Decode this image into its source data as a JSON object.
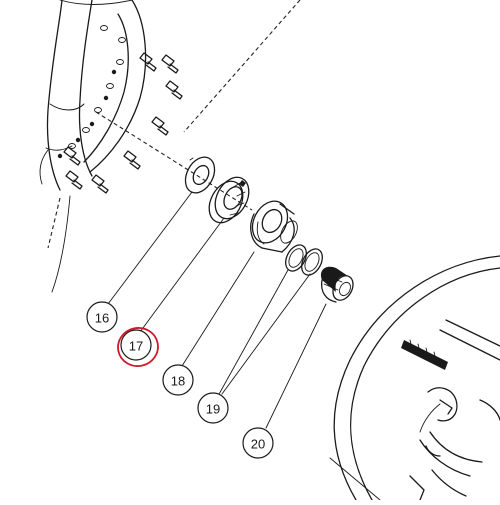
{
  "callouts": [
    {
      "id": "16",
      "label": "16"
    },
    {
      "id": "17",
      "label": "17",
      "highlighted": true
    },
    {
      "id": "18",
      "label": "18"
    },
    {
      "id": "19",
      "label": "19"
    },
    {
      "id": "20",
      "label": "20"
    }
  ],
  "colors": {
    "line": "#1a1a1a",
    "background": "#ffffff",
    "highlight": "#d0182a"
  },
  "icons": {
    "bolt": "hex-bolt-icon",
    "washer": "washer-icon",
    "bearing": "bearing-icon",
    "hub": "hub-sleeve-icon",
    "o_ring": "o-ring-icon",
    "bushing": "bushing-icon"
  }
}
